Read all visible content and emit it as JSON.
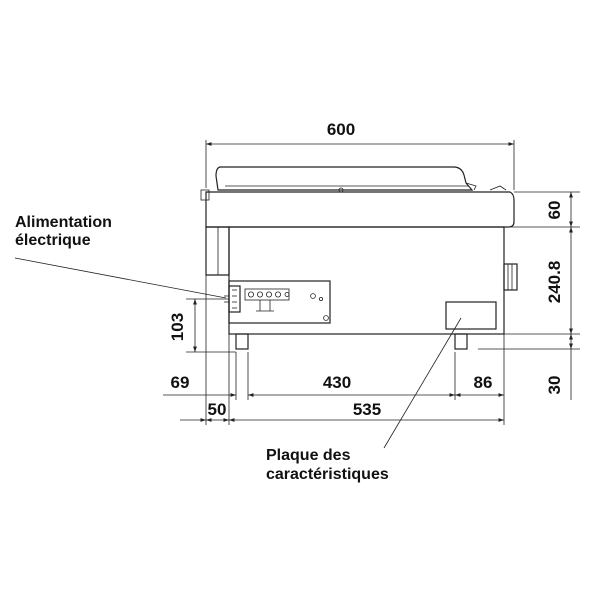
{
  "dimensions": {
    "overall_width": "600",
    "top_height": "60",
    "body_height": "240.8",
    "leg_height": "30",
    "inlet_height": "103",
    "left_offset": "69",
    "left_small": "50",
    "center_span": "430",
    "right_offset": "86",
    "bottom_span": "535"
  },
  "labels": {
    "power_line1": "Alimentation",
    "power_line2": "électrique",
    "plate_line1": "Plaque des",
    "plate_line2": "caractéristiques"
  }
}
